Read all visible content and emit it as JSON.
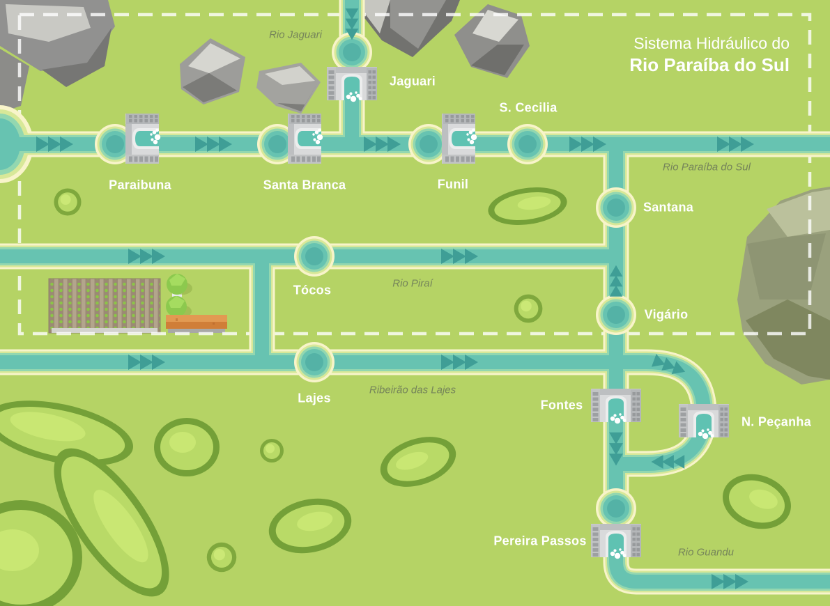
{
  "title": {
    "line1": "Sistema Hidráulico do",
    "line2": "Rio Paraíba do Sul"
  },
  "stations": {
    "jaguari": {
      "label": "Jaguari",
      "kind": "dam-with-reservoir"
    },
    "paraibuna": {
      "label": "Paraibuna",
      "kind": "dam-with-reservoir"
    },
    "santa_branca": {
      "label": "Santa Branca",
      "kind": "dam-with-reservoir"
    },
    "funil": {
      "label": "Funil",
      "kind": "dam-with-reservoir"
    },
    "s_cecilia": {
      "label": "S. Cecilia",
      "kind": "reservoir-node"
    },
    "santana": {
      "label": "Santana",
      "kind": "reservoir-node"
    },
    "vigario": {
      "label": "Vigário",
      "kind": "reservoir-node"
    },
    "tocos": {
      "label": "Tócos",
      "kind": "reservoir-node"
    },
    "lajes": {
      "label": "Lajes",
      "kind": "reservoir-node"
    },
    "fontes": {
      "label": "Fontes",
      "kind": "dam"
    },
    "n_pecanha": {
      "label": "N. Peçanha",
      "kind": "dam"
    },
    "pereira_passos": {
      "label": "Pereira Passos",
      "kind": "dam-with-reservoir"
    }
  },
  "rivers": {
    "rio_jaguari": {
      "label": "Rio Jaguari"
    },
    "rio_paraiba_do_sul": {
      "label": "Rio Paraíba do Sul"
    },
    "rio_pirai": {
      "label": "Rio Piraí"
    },
    "ribeirao_das_lajes": {
      "label": "Ribeirão das Lajes"
    },
    "rio_guandu": {
      "label": "Rio Guandu"
    }
  },
  "colors": {
    "background": "#b5d365",
    "river_bank_cream": "#f8f4ca",
    "river_edge_lime": "#d8e898",
    "river_edge_mint": "#93d7b0",
    "river_water": "#67c3b1",
    "reservoir_inner": "#54b2a6",
    "flow_arrow": "#3f9e96",
    "station_label": "#ffffff",
    "river_label": "#75845a",
    "border_dash": "#ffffff",
    "dam_gray": "#b4b7b9",
    "rock_gray": "#919190",
    "big_rock_olive": "#9aa07e",
    "bush_dark": "#74a038",
    "bush_light": "#b9da67",
    "field_brown": "#9b8a74",
    "log_orange": "#e29a52"
  }
}
